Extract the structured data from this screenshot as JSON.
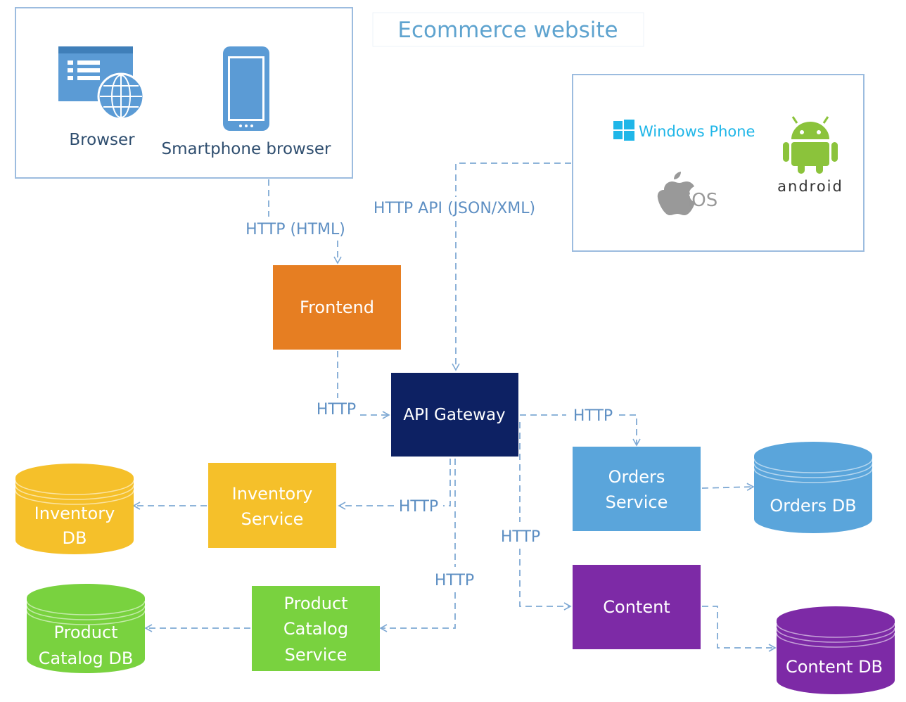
{
  "title": "Ecommerce website",
  "clients": {
    "browser_label": "Browser",
    "smartphone_label": "Smartphone browser"
  },
  "platforms": {
    "windows_phone": "Windows Phone",
    "ios": "iOS",
    "android": "android"
  },
  "edges": {
    "http_html": "HTTP (HTML)",
    "http_api": "HTTP API (JSON/XML)",
    "frontend_gateway": "HTTP",
    "gateway_orders": "HTTP",
    "gateway_inventory": "HTTP",
    "gateway_content": "HTTP",
    "gateway_catalog": "HTTP"
  },
  "nodes": {
    "frontend": "Frontend",
    "api_gateway": "API Gateway",
    "orders_service": [
      "Orders",
      "Service"
    ],
    "orders_db": "Orders DB",
    "inventory_service": [
      "Inventory",
      "Service"
    ],
    "inventory_db": [
      "Inventory",
      "DB"
    ],
    "content": "Content",
    "content_db": "Content DB",
    "catalog_service": [
      "Product",
      "Catalog",
      "Service"
    ],
    "catalog_db": [
      "Product",
      "Catalog DB"
    ]
  },
  "colors": {
    "frontend": "#e67e22",
    "api_gateway": "#0d2163",
    "orders": "#5aa5db",
    "inventory": "#f5c02a",
    "content": "#7d2aa6",
    "catalog": "#79d23f",
    "edge": "#7fa9d4",
    "edge_text": "#5e8fc3",
    "title": "#5ea3cf",
    "client_box": "#9cbcdf",
    "client_text": "#2f4e6f",
    "windows": "#1fb6e8",
    "android": "#8bc33b",
    "apple": "#999999"
  }
}
